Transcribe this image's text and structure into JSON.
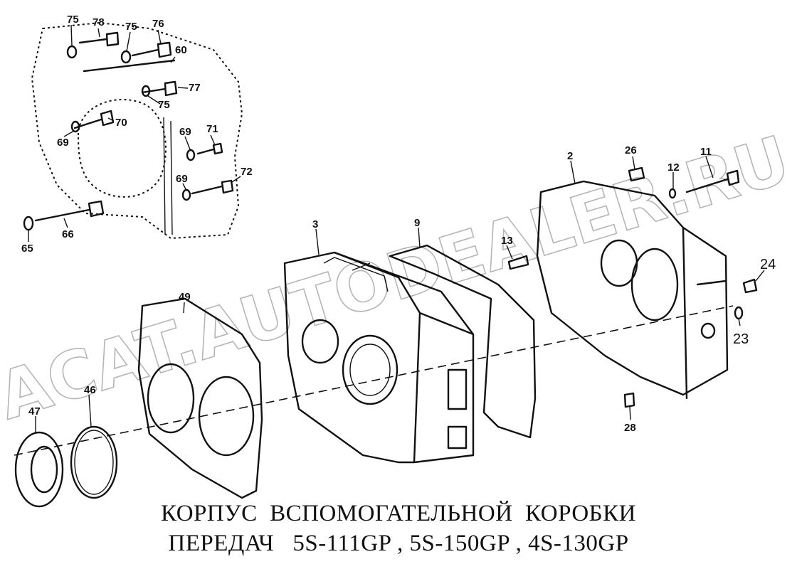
{
  "title": {
    "line1": "КОРПУС  ВСПОМОГАТЕЛЬНОЙ  КОРОБКИ",
    "line2": "ПЕРЕДАЧ   5S-111GP , 5S-150GP , 4S-130GP"
  },
  "watermark": "ACAT.AUTODEALER.RU",
  "callouts": {
    "c75a": "75",
    "c78": "78",
    "c75b": "75",
    "c76": "76",
    "c60": "60",
    "c77": "77",
    "c75c": "75",
    "c70": "70",
    "c69a": "69",
    "c69b": "69",
    "c71": "71",
    "c69c": "69",
    "c72": "72",
    "c65": "65",
    "c66": "66",
    "c3": "3",
    "c9": "9",
    "c13": "13",
    "c2": "2",
    "c26": "26",
    "c12": "12",
    "c11": "11",
    "c24": "24",
    "c23": "23",
    "c28": "28",
    "c49": "49",
    "c46": "46",
    "c47": "47"
  }
}
